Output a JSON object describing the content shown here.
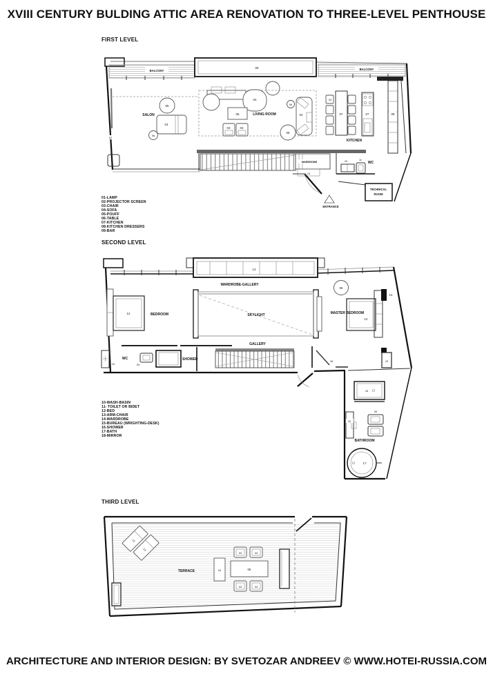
{
  "page": {
    "title": "XVIII CENTURY BULDING ATTIC AREA RENOVATION TO THREE-LEVEL PENTHOUSE",
    "footer": "ARCHITECTURE AND INTERIOR DESIGN: BY SVETOZAR ANDREEV © WWW.HOTEI-RUSSIA.COM"
  },
  "levels": {
    "first": {
      "heading": "FIRST LEVEL"
    },
    "second": {
      "heading": "SECOND LEVEL"
    },
    "third": {
      "heading": "THIRD LEVEL"
    }
  },
  "legends": {
    "first": [
      "01-LAMP",
      "02-PROJECTOR SCREEN",
      "03-CHAIR",
      "04-SOFA",
      "05-POUFF",
      "06-TABLE",
      "07-KITCHEN",
      "08-KITCHEN DRESSERS",
      "09-BAR"
    ],
    "second": [
      "10-WASH-BASIN",
      "11- TOILET OR BIDET",
      "12-BED",
      "13-ARM-CHAIR",
      "14-WARDROBE",
      "15-BUREAU (WRIGHTING-DESK)",
      "16-SHOWER",
      "17-BATH",
      "18-MIRROR"
    ]
  },
  "plan1": {
    "balcony": "BALCONY",
    "bar": "09",
    "projector_screen": "02",
    "salon": "SALON",
    "pouff": "05",
    "sofa": "04",
    "table": "06",
    "living_room": "LIVING ROOM",
    "chair": "03",
    "kitchen": "KITCHEN",
    "kitchen_unit": "07",
    "kitchen_dressers": "08",
    "wardrobe": "WARDROBE",
    "wardrobe_num": "14",
    "wash_basin": "10",
    "toilet": "11",
    "wc": "WC",
    "technical_room_1": "TECHNICAL",
    "technical_room_2": "ROOM",
    "entrance": "ENTRANCE"
  },
  "plan2": {
    "wardrobe_num": "14",
    "wardrobe_gallery": "WARDROBE-GALLERY",
    "pouff": "05",
    "bedroom": "BEDROOM",
    "bed": "12",
    "skylight": "SKYLIGHT",
    "master_bedroom": "MASTER BEDROOM",
    "gallery": "GALLERY",
    "wc": "WC",
    "wash_basin": "10",
    "toilet": "09",
    "shower": "SHOWER",
    "mirror": "18",
    "bureau": "15",
    "shower_cabin": "16",
    "bathroom": "BATHROOM",
    "bath": "17"
  },
  "plan3": {
    "terrace": "TERRACE",
    "arm_chair": "13",
    "sofa": "04",
    "table": "06",
    "chair": "03"
  }
}
